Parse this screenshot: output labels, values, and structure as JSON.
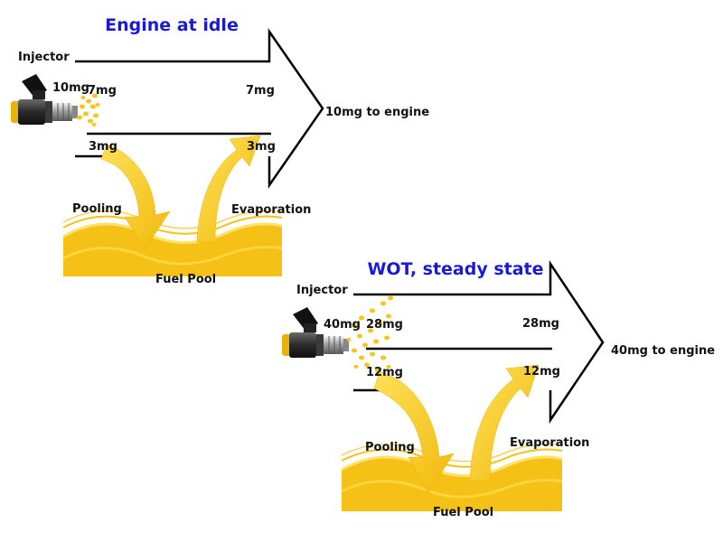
{
  "diagram": {
    "idle": {
      "title": "Engine at idle",
      "injector": "Injector",
      "injected": "10mg",
      "direct_in": "7mg",
      "direct_out": "7mg",
      "pooled_in": "3mg",
      "evaporated": "3mg",
      "to_engine": "10mg to engine",
      "pooling": "Pooling",
      "evaporation": "Evaporation",
      "pool": "Fuel Pool"
    },
    "wot": {
      "title": "WOT, steady state",
      "injector": "Injector",
      "injected": "40mg",
      "direct_in": "28mg",
      "direct_out": "28mg",
      "pooled_in": "12mg",
      "evaporated": "12mg",
      "to_engine": "40mg to engine",
      "pooling": "Pooling",
      "evaporation": "Evaporation",
      "pool": "Fuel Pool"
    }
  },
  "colors": {
    "title": "#1a1ad6",
    "fuel": "#f7c51b",
    "fuel_light": "#fde15a",
    "fuel_dark": "#e8a900",
    "line": "#000000"
  },
  "icons": [
    "fuel-injector-icon",
    "fuel-spray-icon",
    "pooling-arrow-icon",
    "evaporation-arrow-icon"
  ]
}
